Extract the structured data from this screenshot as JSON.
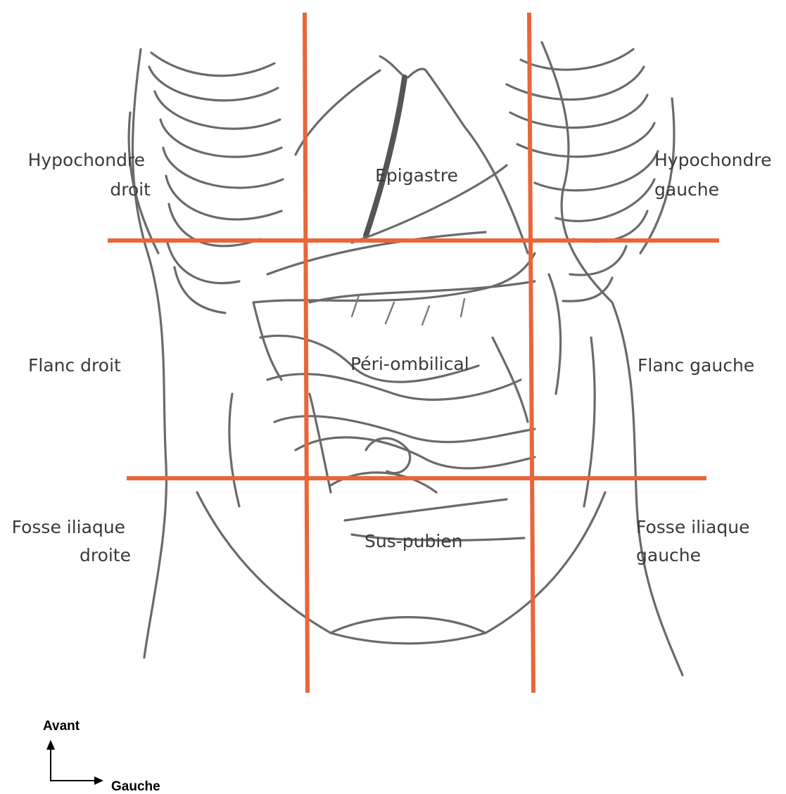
{
  "regions": {
    "hypochondre_droit": [
      "Hypochondre",
      "droit"
    ],
    "epigastre": "Epigastre",
    "hypochondre_gauche": [
      "Hypochondre",
      "gauche"
    ],
    "flanc_droit": "Flanc droit",
    "peri_ombilical": "Péri-ombilical",
    "flanc_gauche": "Flanc gauche",
    "fosse_iliaque_droite": [
      "Fosse iliaque",
      "droite"
    ],
    "sus_pubien": "Sus-pubien",
    "fosse_iliaque_gauche": [
      "Fosse iliaque",
      "gauche"
    ]
  },
  "orientation": {
    "up_label": "Avant",
    "right_label": "Gauche"
  },
  "colors": {
    "grid_lines": "#e8663a",
    "anatomy_lines": "#6a6a6a",
    "text": "#3a3a3a"
  }
}
